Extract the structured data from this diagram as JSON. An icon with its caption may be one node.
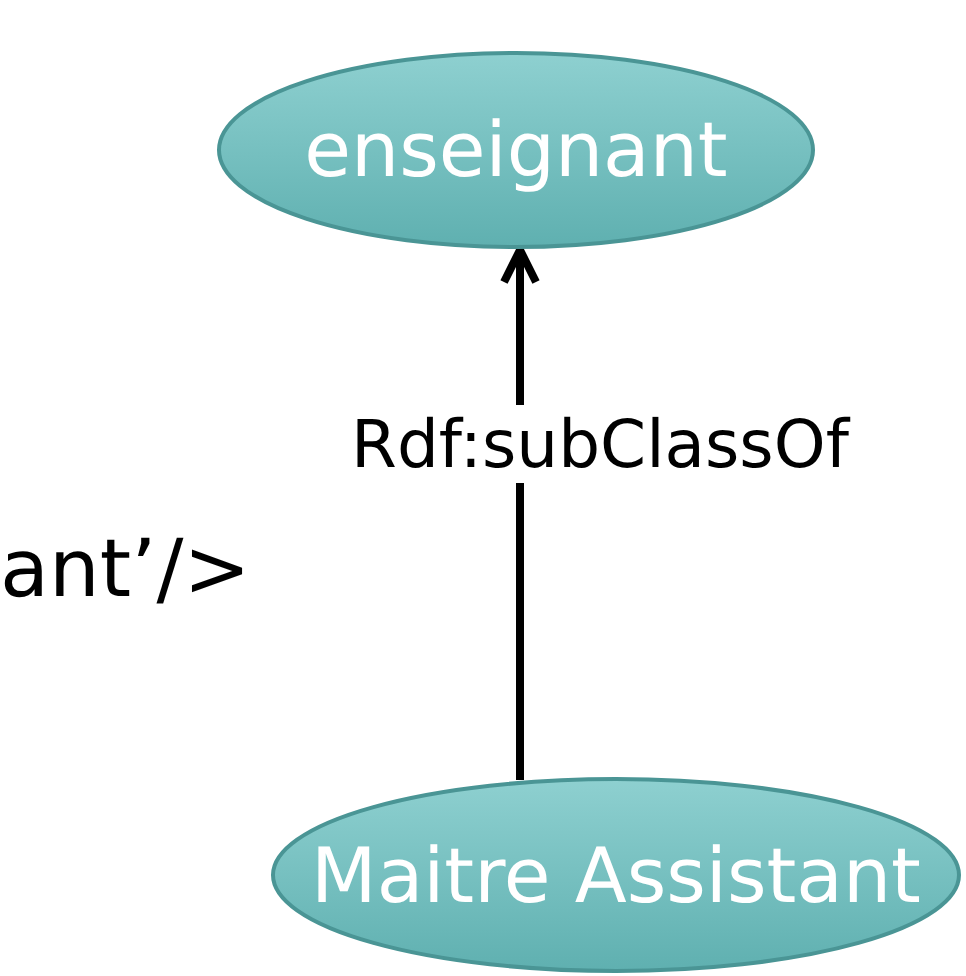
{
  "diagram": {
    "nodes": [
      {
        "text": [
          "enseignant"
        ]
      },
      {
        "text": [
          "Maitre Assistant"
        ]
      }
    ],
    "edges": [
      {
        "from": 1,
        "to": 0,
        "arrow": "to",
        "label": "Rdf:subClassOf"
      }
    ],
    "labels": [
      "ant’/>"
    ]
  }
}
